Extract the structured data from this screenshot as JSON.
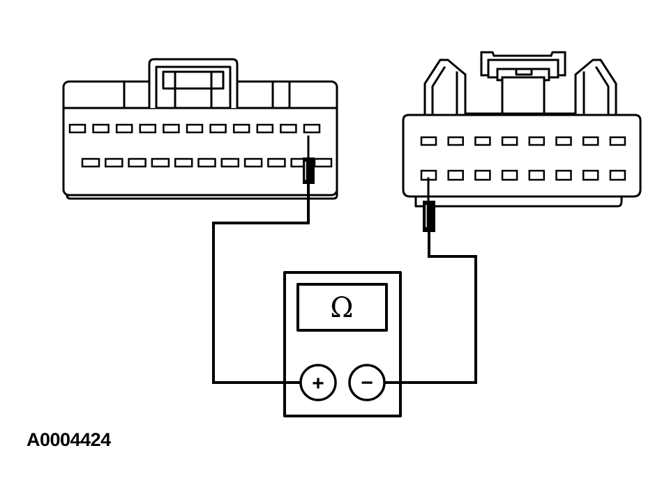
{
  "diagram": {
    "figure_id": "A0004424",
    "meter": {
      "display_symbol": "Ω",
      "positive_terminal": "+",
      "negative_terminal": "−"
    },
    "left_connector": {
      "top_row_pins": 11,
      "bottom_row_pins": 11
    },
    "right_connector": {
      "top_row_pins": 8,
      "bottom_row_pins": 8
    },
    "colors": {
      "line": "#000000",
      "background": "#ffffff"
    }
  }
}
